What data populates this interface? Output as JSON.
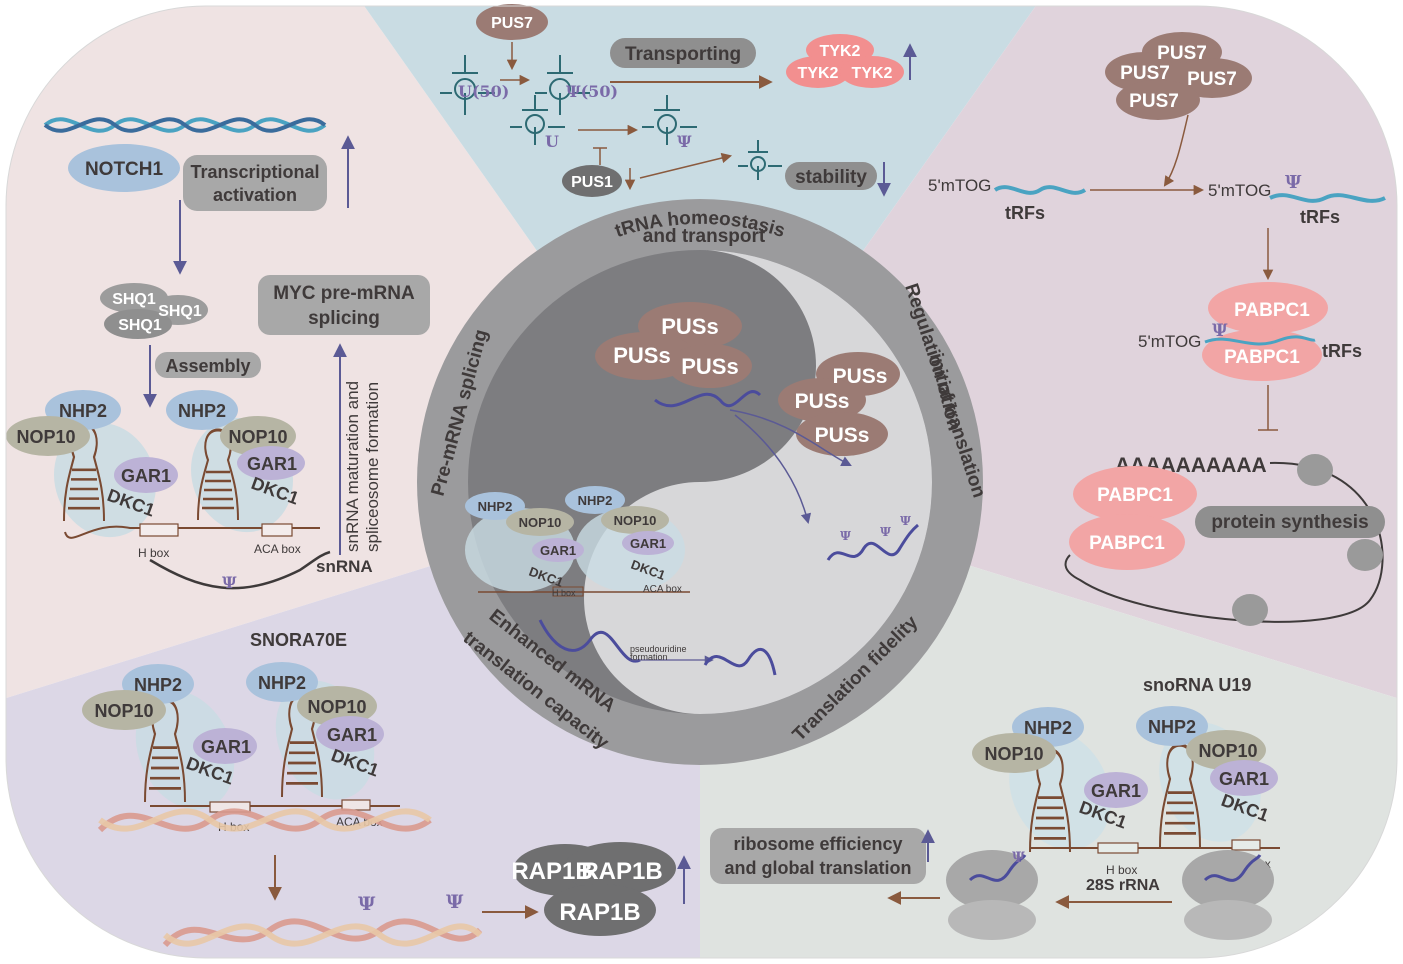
{
  "colors": {
    "top_blue": "#c9dce3",
    "left_pink": "#efe3e3",
    "right_mauve": "#e0d3dc",
    "bottom_left": "#dcd7e6",
    "bottom_right": "#dfe3e0",
    "ring": "#9b9b9d",
    "pus_brown": "#9b7b74",
    "pabpc_pink": "#f2a5a5",
    "tyk_pink": "#f28f8f",
    "nhp2_blue": "#a9c2dc",
    "nop10_green": "#b6b5a4",
    "gar1_purple": "#bcb2d6",
    "arrow_brown": "#8a5a3e",
    "arrow_blue": "#5b5a95",
    "rna_blue": "#4b4c9c",
    "psi_purple": "#7a6aa8"
  },
  "top": {
    "pus7": "PUS7",
    "u50": "U(50)",
    "psi50": "Ψ(50)",
    "transporting": "Transporting",
    "tyk2": [
      "TYK2",
      "TYK2",
      "TYK2"
    ],
    "u": "U",
    "psi": "Ψ",
    "pus1": "PUS1",
    "stability": "stability"
  },
  "left": {
    "notch1": "NOTCH1",
    "transcriptional": [
      "Transcriptional",
      "activation"
    ],
    "shq1": [
      "SHQ1",
      "SHQ1",
      "SHQ1"
    ],
    "assembly": "Assembly",
    "myc": [
      "MYC pre-mRNA",
      "splicing"
    ],
    "snrna_vertical": [
      "snRNA maturation and",
      "spliceosome formation"
    ],
    "snrna": "snRNA",
    "hbox": "H box",
    "acabox": "ACA box",
    "psi": "Ψ"
  },
  "snornp": {
    "nhp2": "NHP2",
    "nop10": "NOP10",
    "gar1": "GAR1",
    "dkc1": "DKC1"
  },
  "right": {
    "pus7": [
      "PUS7",
      "PUS7",
      "PUS7",
      "PUS7"
    ],
    "mtog": "5'mTOG",
    "trfs": "tRFs",
    "psi": "Ψ",
    "pabpc1": [
      "PABPC1",
      "PABPC1"
    ],
    "polyA": "AAAAAAAAAA",
    "pabpc1_bottom": [
      "PABPC1",
      "PABPC1"
    ],
    "protein_synthesis": "protein synthesis"
  },
  "bottom_left": {
    "snora70e": "SNORA70E",
    "hbox": "H box",
    "acabox": "ACA box",
    "psi": [
      "Ψ",
      "Ψ"
    ],
    "rap1b": [
      "RAP1B",
      "RAP1B",
      "RAP1B"
    ]
  },
  "bottom_right": {
    "snorna_u19": "snoRNA U19",
    "ribosome": [
      "ribosome efficiency",
      "and global translation"
    ],
    "rrna": "28S rRNA",
    "hbox": "H box",
    "acabox": "ACA box",
    "psi": "Ψ"
  },
  "center": {
    "puss": [
      "PUSs",
      "PUSs",
      "PUSs",
      "PUSs",
      "PUSs",
      "PUSs"
    ],
    "pseudouridine": [
      "pseudouridine",
      "formation"
    ],
    "hbox": "H box",
    "acabox": "ACA box",
    "psi": "Ψ"
  },
  "ring_labels": {
    "trna": [
      "tRNA homeostasis",
      "and transport"
    ],
    "regulation": [
      "Regulation of translation",
      "initiation"
    ],
    "fidelity": "Translation fidelity",
    "enhanced": [
      "Enhanced mRNA",
      "translation capacity"
    ],
    "premrna": "Pre-mRNA splicing"
  }
}
